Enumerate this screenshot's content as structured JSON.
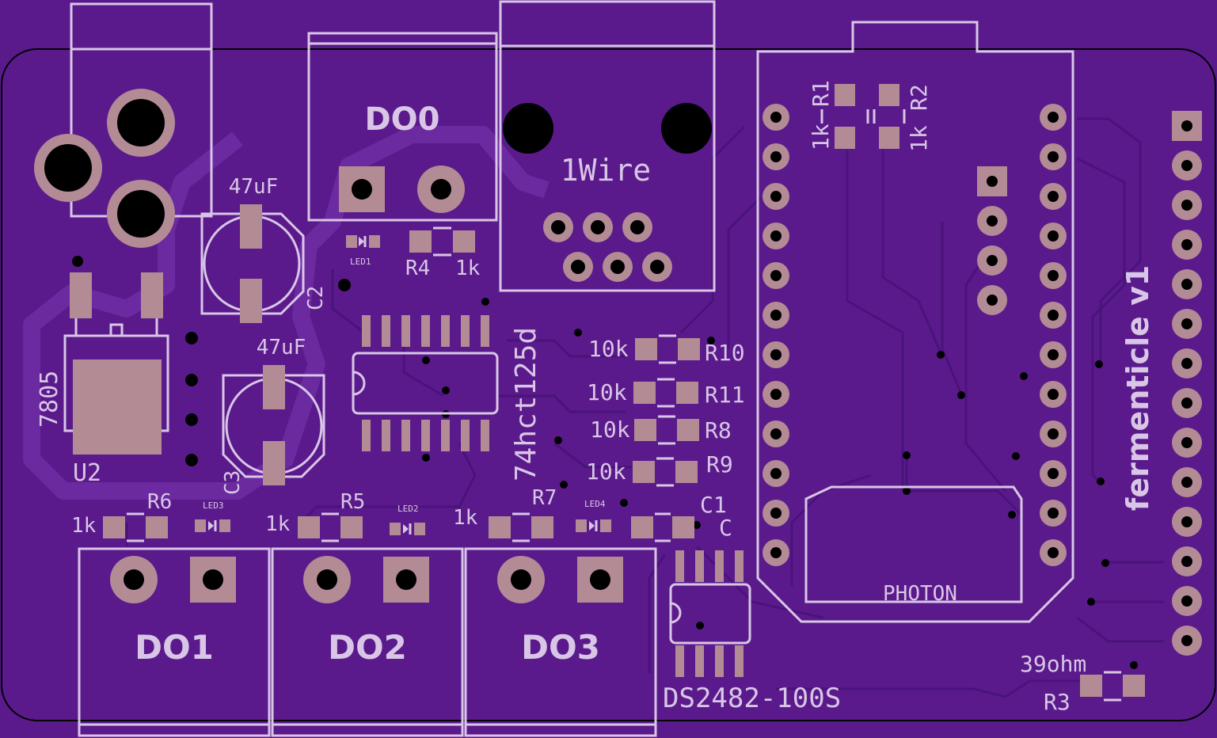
{
  "board": {
    "title": "fermenticle v1",
    "colors": {
      "board": "#5a1a8c",
      "silk": "#d9c6e6",
      "pad": "#b38b95",
      "trace": "#4a137a"
    }
  },
  "connectors": {
    "do0": "DO0",
    "do1": "DO1",
    "do2": "DO2",
    "do3": "DO3",
    "onewire": "1Wire",
    "photon": "PHOTON"
  },
  "components": {
    "c2_value": "47uF",
    "c2_name": "C2",
    "c3_value": "47uF",
    "c3_name": "C3",
    "reg_value": "7805",
    "reg_name": "U2",
    "ic_74": "74hct125d",
    "ic_ds": "DS2482-100S",
    "c1_name": "C1",
    "c1_value": "C",
    "r1_name": "R1",
    "r1_value": "1k",
    "r2_name": "R2",
    "r2_value": "1k",
    "r3_name": "R3",
    "r3_value": "39ohm",
    "r4_name": "R4",
    "r4_value": "1k",
    "r5_name": "R5",
    "r5_value": "1k",
    "r6_name": "R6",
    "r6_value": "1k",
    "r7_name": "R7",
    "r7_value": "1k",
    "r8_name": "R8",
    "r8_value": "10k",
    "r9_name": "R9",
    "r9_value": "10k",
    "r10_name": "R10",
    "r10_value": "10k",
    "r11_name": "R11",
    "r11_value": "10k",
    "led1": "LED1",
    "led2": "LED2",
    "led3": "LED3",
    "led4": "LED4"
  }
}
